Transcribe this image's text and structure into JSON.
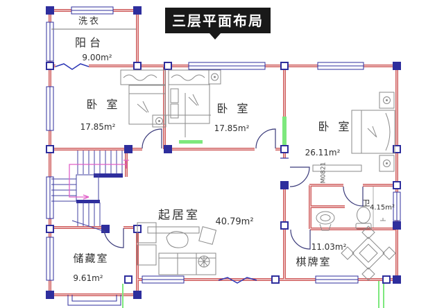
{
  "title": {
    "text": "三层平面布局"
  },
  "rooms": {
    "laundry": {
      "name": "洗衣"
    },
    "balcony": {
      "name": "阳台",
      "area": "9.00m²"
    },
    "bedroom1": {
      "name": "卧 室",
      "area": "17.85m²"
    },
    "bedroom2": {
      "name": "卧 室",
      "area": "17.85m²"
    },
    "bedroom3": {
      "name": "卧 室",
      "area": "26.11m²"
    },
    "living_room": {
      "name": "起居室",
      "area": "40.79m²"
    },
    "storage": {
      "name": "储藏室",
      "area": "9.61m²"
    },
    "game_room": {
      "name": "棋牌室",
      "area": "11.03m²"
    },
    "bathroom": {
      "name": "卫",
      "area": "4.15m²"
    }
  },
  "annotations": {
    "door_code": "M0821"
  },
  "colors": {
    "wall": "#cf5c5c",
    "column": "#2e2e9d",
    "window": "#2e2e9d",
    "furniture": "#8a8a8a",
    "green_mark": "#7de87d",
    "stair_arrow": "#e060c8",
    "title_bg": "#191919",
    "title_fg": "#ffffff"
  }
}
